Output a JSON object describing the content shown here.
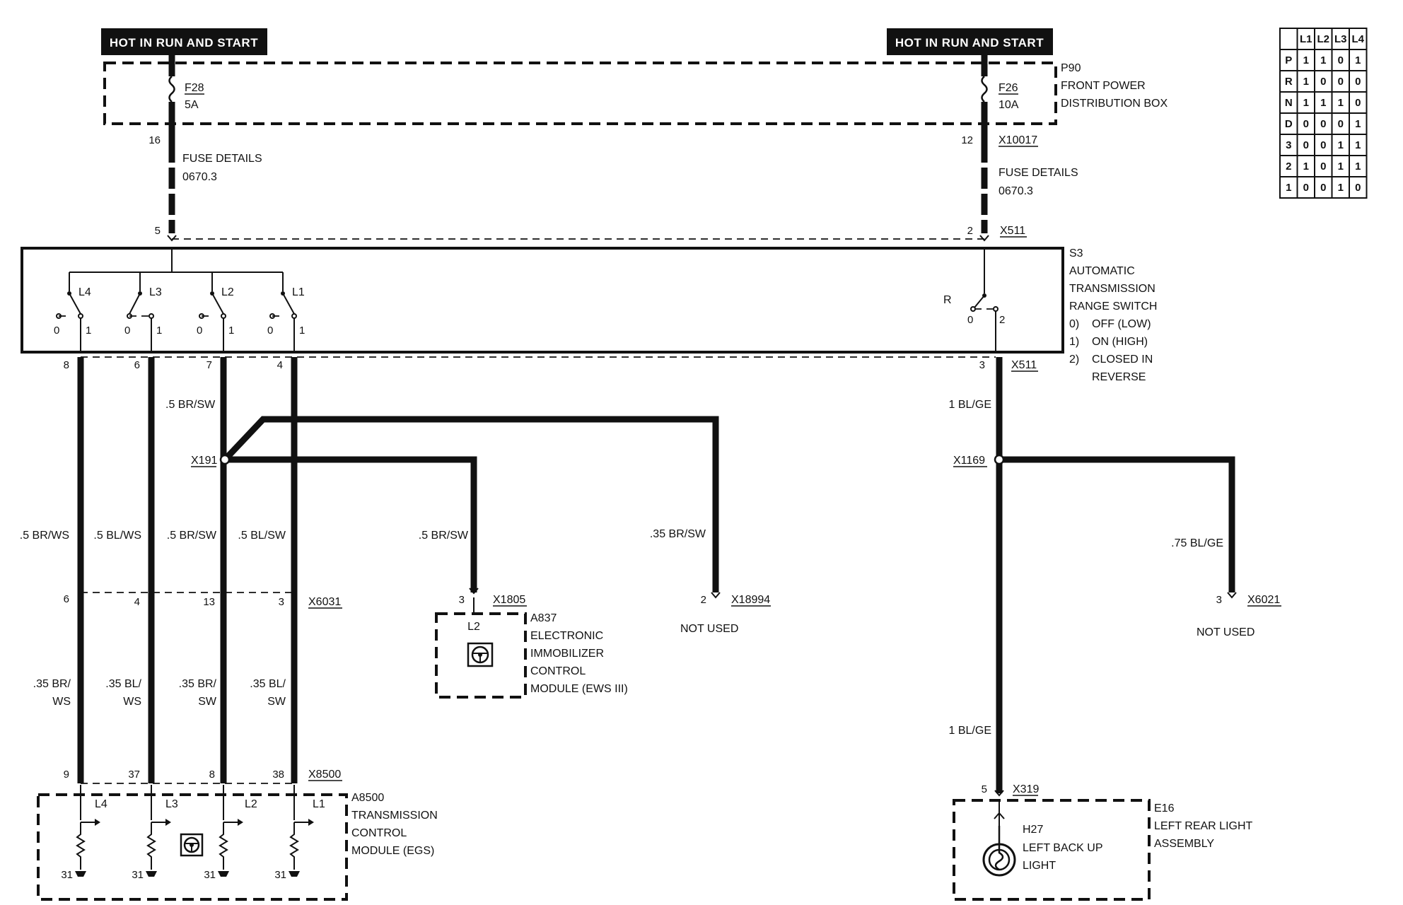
{
  "power": {
    "left_label": "HOT IN RUN AND START",
    "right_label": "HOT IN RUN AND START"
  },
  "fuse_box": {
    "id": "P90",
    "name_line1": "FRONT POWER",
    "name_line2": "DISTRIBUTION BOX",
    "left_fuse": "F28",
    "left_amp": "5A",
    "right_fuse": "F26",
    "right_amp": "10A",
    "left_pin": "16",
    "right_pin": "12",
    "right_connector": "X10017",
    "fuse_details_left": [
      "FUSE DETAILS",
      "0670.3"
    ],
    "fuse_details_right": [
      "FUSE DETAILS",
      "0670.3"
    ]
  },
  "switch": {
    "id": "S3",
    "lines": [
      "AUTOMATIC",
      "TRANSMISSION",
      "RANGE SWITCH"
    ],
    "legend": [
      {
        "n": "0)",
        "t": "OFF (LOW)"
      },
      {
        "n": "1)",
        "t": "ON (HIGH)"
      },
      {
        "n": "2)",
        "t": "CLOSED IN"
      },
      {
        "n": "",
        "t": "REVERSE"
      }
    ],
    "in_pin_left": "5",
    "in_pin_right": "2",
    "in_connector": "X511",
    "out_connector": "X511",
    "contacts": [
      {
        "name": "L4",
        "off": "0",
        "on": "1",
        "pin": "8"
      },
      {
        "name": "L3",
        "off": "0",
        "on": "1",
        "pin": "6"
      },
      {
        "name": "L2",
        "off": "0",
        "on": "1",
        "pin": "7"
      },
      {
        "name": "L1",
        "off": "0",
        "on": "1",
        "pin": "4"
      }
    ],
    "reverse": {
      "name": "R",
      "off": "0",
      "on": "2",
      "pin": "3"
    }
  },
  "wires": {
    "upper": [
      ".5 BR/WS",
      ".5 BL/WS",
      ".5 BR/SW",
      ".5 BL/SW"
    ],
    "l2_upper": ".5 BR/SW",
    "splice": "X191",
    "to_immobilizer": ".5 BR/SW",
    "to_not_used": ".35 BR/SW",
    "lower": [
      [
        ".35 BR/",
        "WS"
      ],
      [
        ".35 BL/",
        "WS"
      ],
      [
        ".35 BR/",
        "SW"
      ],
      [
        ".35 BL/",
        "SW"
      ]
    ],
    "reverse_upper": "1 BL/GE",
    "reverse_splice": "X1169",
    "reverse_branch": ".75 BL/GE",
    "reverse_lower": "1 BL/GE"
  },
  "connectors": {
    "x6031": {
      "id": "X6031",
      "pins": [
        "6",
        "4",
        "13",
        "3"
      ]
    },
    "x8500": {
      "id": "X8500",
      "pins": [
        "9",
        "37",
        "8",
        "38"
      ]
    },
    "x1805": {
      "id": "X1805",
      "pin": "3"
    },
    "x18994": {
      "id": "X18994",
      "pin": "2",
      "note": "NOT USED"
    },
    "x6021": {
      "id": "X6021",
      "pin": "3",
      "note": "NOT USED"
    },
    "x319": {
      "id": "X319",
      "pin": "5"
    }
  },
  "immobilizer": {
    "id": "A837",
    "lines": [
      "ELECTRONIC",
      "IMMOBILIZER",
      "CONTROL",
      "MODULE (EWS III)"
    ],
    "inner": "L2"
  },
  "tcm": {
    "id": "A8500",
    "lines": [
      "TRANSMISSION",
      "CONTROL",
      "MODULE (EGS)"
    ],
    "inputs": [
      "L4",
      "L3",
      "L2",
      "L1"
    ],
    "grounds": [
      "31",
      "31",
      "31",
      "31"
    ]
  },
  "rear_light": {
    "id": "E16",
    "lines": [
      "LEFT REAR LIGHT",
      "ASSEMBLY"
    ],
    "bulb_id": "H27",
    "bulb_lines": [
      "LEFT BACK UP",
      "LIGHT"
    ]
  },
  "truth_table": {
    "headers": [
      "",
      "L1",
      "L2",
      "L3",
      "L4"
    ],
    "rows": [
      [
        "P",
        "1",
        "1",
        "0",
        "1"
      ],
      [
        "R",
        "1",
        "0",
        "0",
        "0"
      ],
      [
        "N",
        "1",
        "1",
        "1",
        "0"
      ],
      [
        "D",
        "0",
        "0",
        "0",
        "1"
      ],
      [
        "3",
        "0",
        "0",
        "1",
        "1"
      ],
      [
        "2",
        "1",
        "0",
        "1",
        "1"
      ],
      [
        "1",
        "0",
        "0",
        "1",
        "0"
      ]
    ]
  }
}
